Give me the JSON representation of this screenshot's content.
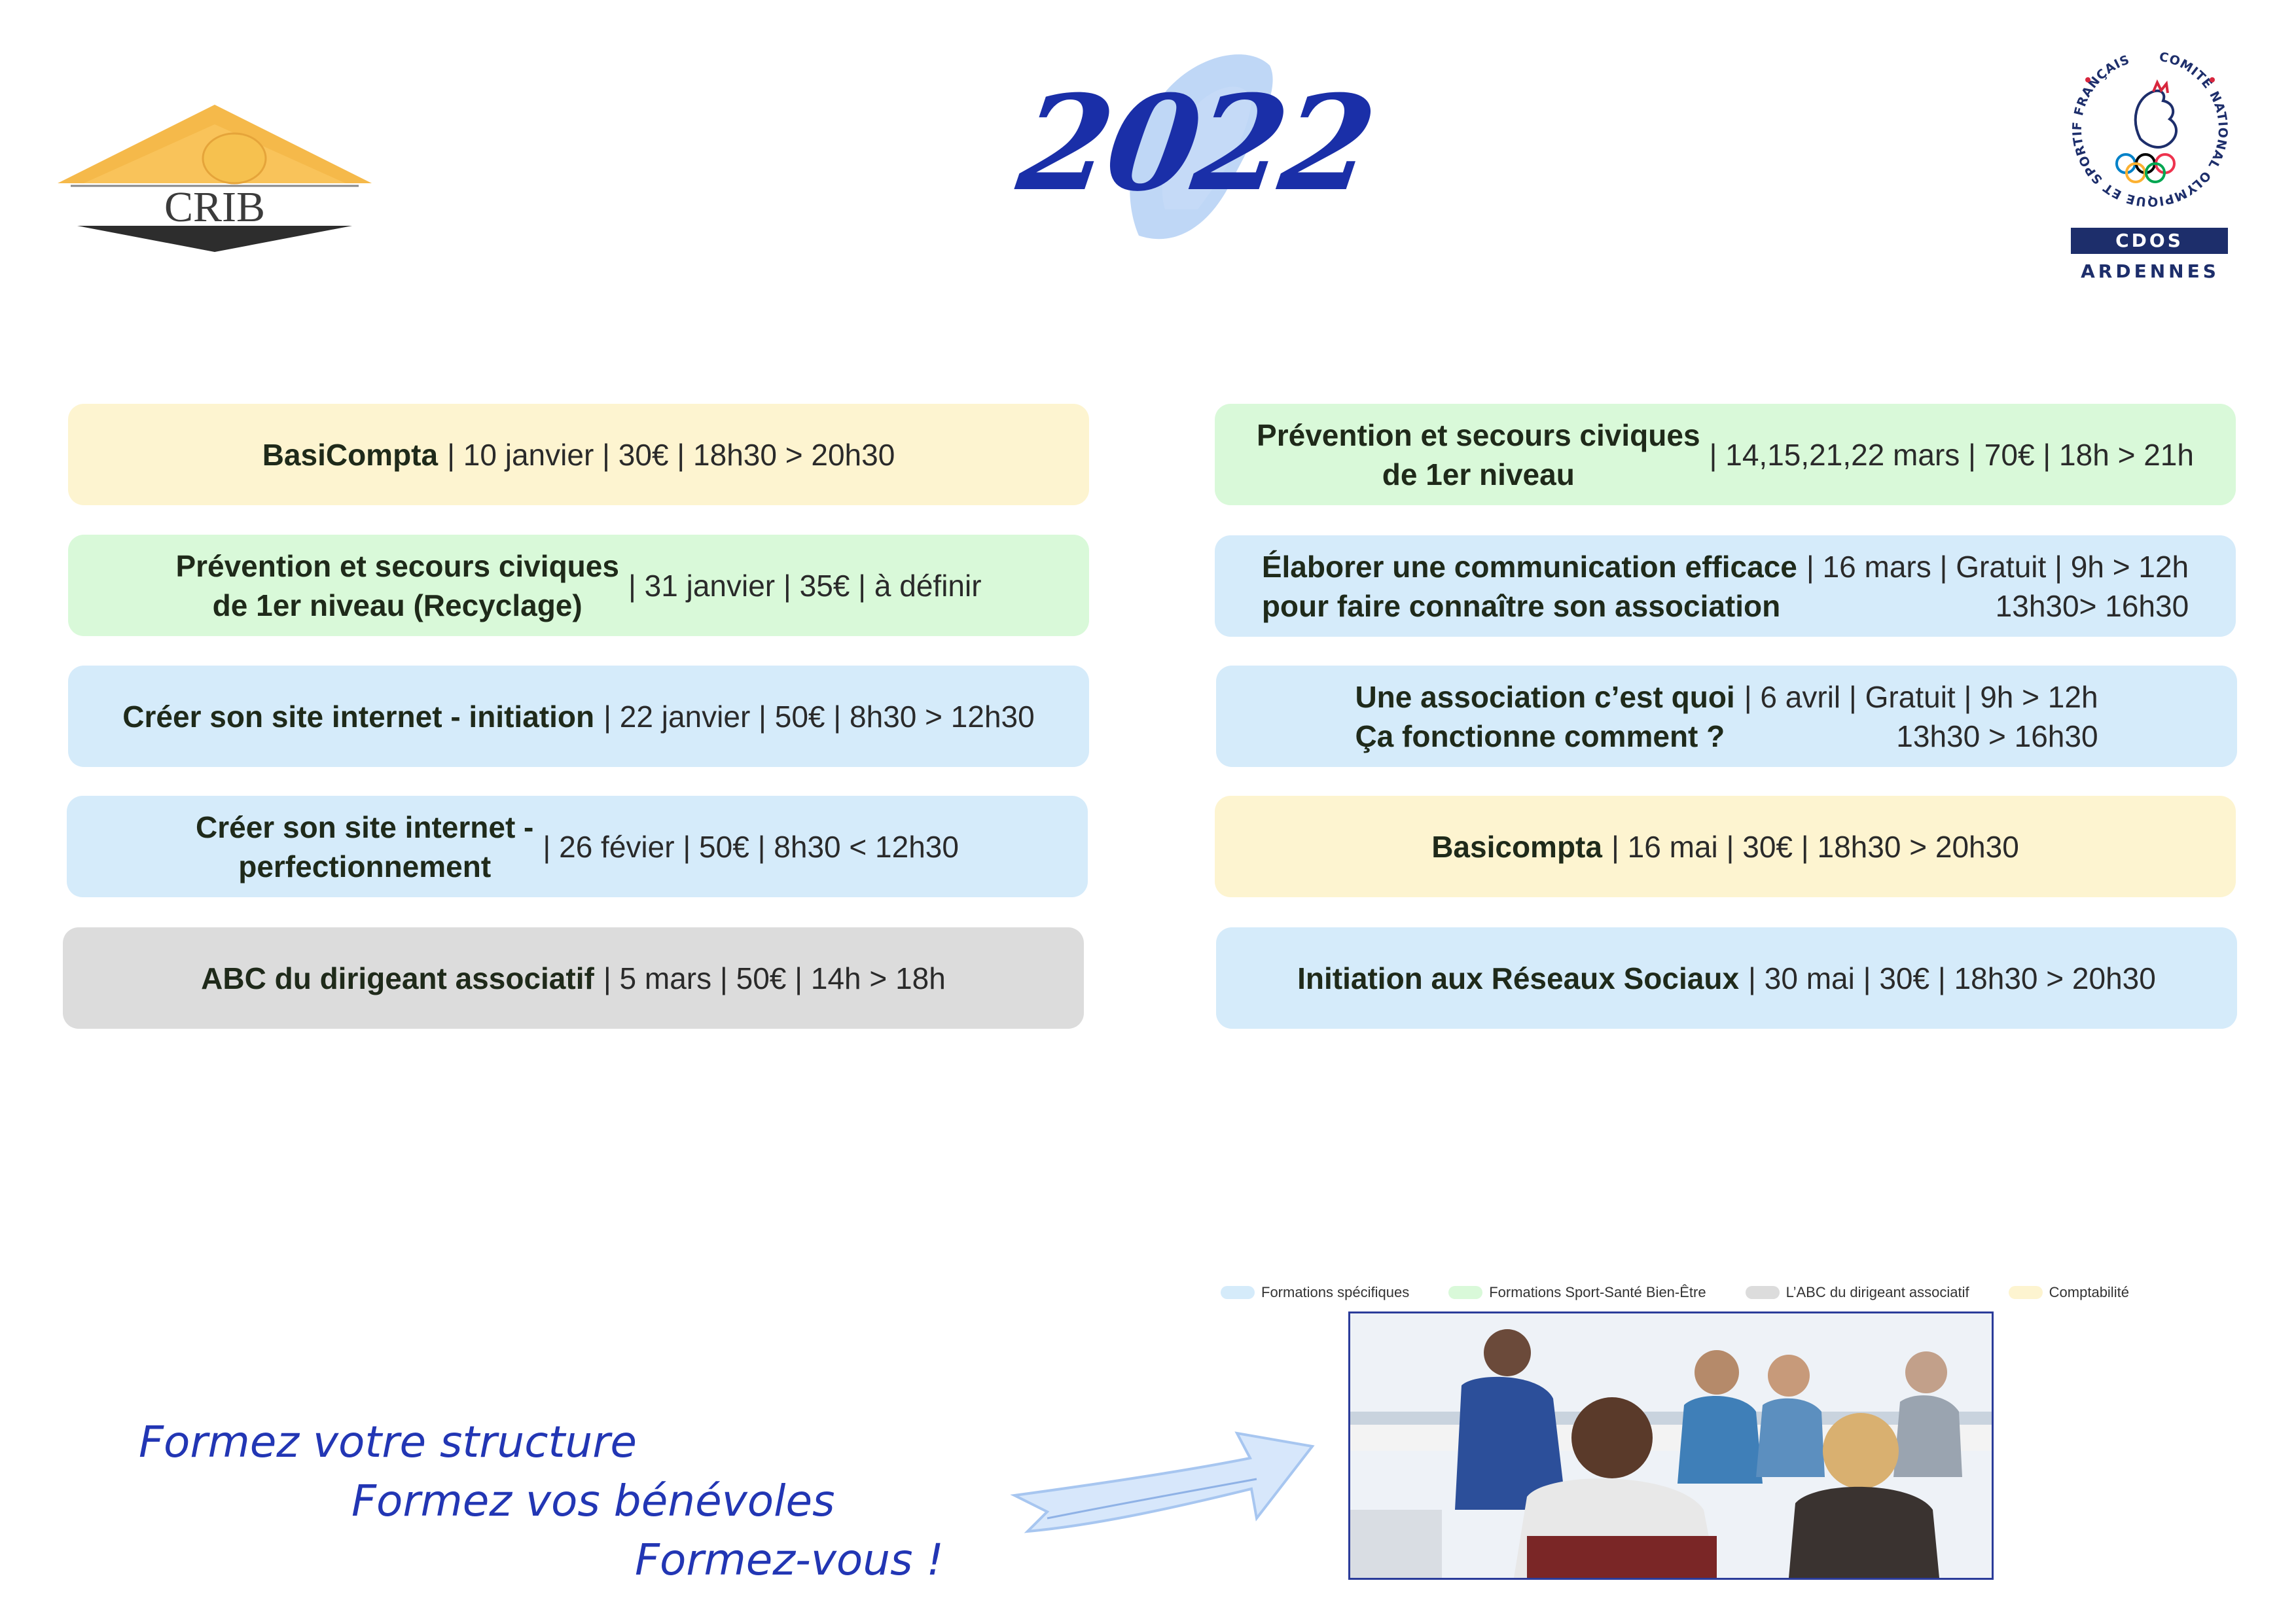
{
  "header": {
    "year": "2022",
    "left_logo_text": "CRIB",
    "right_logo": {
      "ring_text": "COMITÉ NATIONAL OLYMPIQUE ET SPORTIF FRANÇAIS",
      "band": "CDOS",
      "region": "ARDENNES"
    }
  },
  "colors": {
    "specific": "#d5ebfa",
    "health": "#d9f9d9",
    "leader": "#dcdcdc",
    "accounting": "#fdf4d0",
    "accent": "#2236b4"
  },
  "courses_left": [
    {
      "title": "BasiCompta",
      "details": "| 10 janvier  |  30€  |  18h30 > 20h30",
      "category": "accounting"
    },
    {
      "title": "Prévention et secours civiques\nde 1er niveau (Recyclage)",
      "details": "|  31 janvier |  35€  | à définir",
      "category": "health"
    },
    {
      "title": "Créer son site internet - initiation",
      "details": "|  22 janvier |  50€  |  8h30 > 12h30",
      "category": "specific"
    },
    {
      "title": "Créer son site internet -\nperfectionnement",
      "details": "|  26 févier  |  50€  |  8h30 < 12h30",
      "category": "specific"
    },
    {
      "title": "ABC du dirigeant associatif",
      "details": "|  5 mars  |  50€  |  14h > 18h",
      "category": "leader"
    }
  ],
  "courses_right": [
    {
      "title": "Prévention et secours civiques\nde 1er niveau",
      "details": "| 14,15,21,22 mars |  70€ | 18h > 21h",
      "category": "health"
    },
    {
      "title": "Élaborer une communication efficace\npour faire connaître son association",
      "details": "| 16 mars | Gratuit | 9h > 12h\n13h30> 16h30",
      "category": "specific"
    },
    {
      "title": "Une association c’est quoi\nÇa fonctionne comment ?",
      "details": "| 6 avril  |  Gratuit |  9h > 12h\n13h30 > 16h30",
      "category": "specific"
    },
    {
      "title": "Basicompta",
      "details": "| 16 mai  | 30€ | 18h30 > 20h30",
      "category": "accounting"
    },
    {
      "title": "Initiation aux Réseaux Sociaux",
      "details": "|  30 mai  |  30€  |  18h30 > 20h30",
      "category": "specific"
    }
  ],
  "legend": [
    {
      "label": "Formations spécifiques",
      "category": "specific"
    },
    {
      "label": "Formations Sport-Santé Bien-Être",
      "category": "health"
    },
    {
      "label": "L’ABC du dirigeant associatif",
      "category": "leader"
    },
    {
      "label": "Comptabilité",
      "category": "accounting"
    }
  ],
  "slogans": [
    "Formez votre structure",
    "Formez vos bénévoles",
    "Formez-vous !"
  ]
}
